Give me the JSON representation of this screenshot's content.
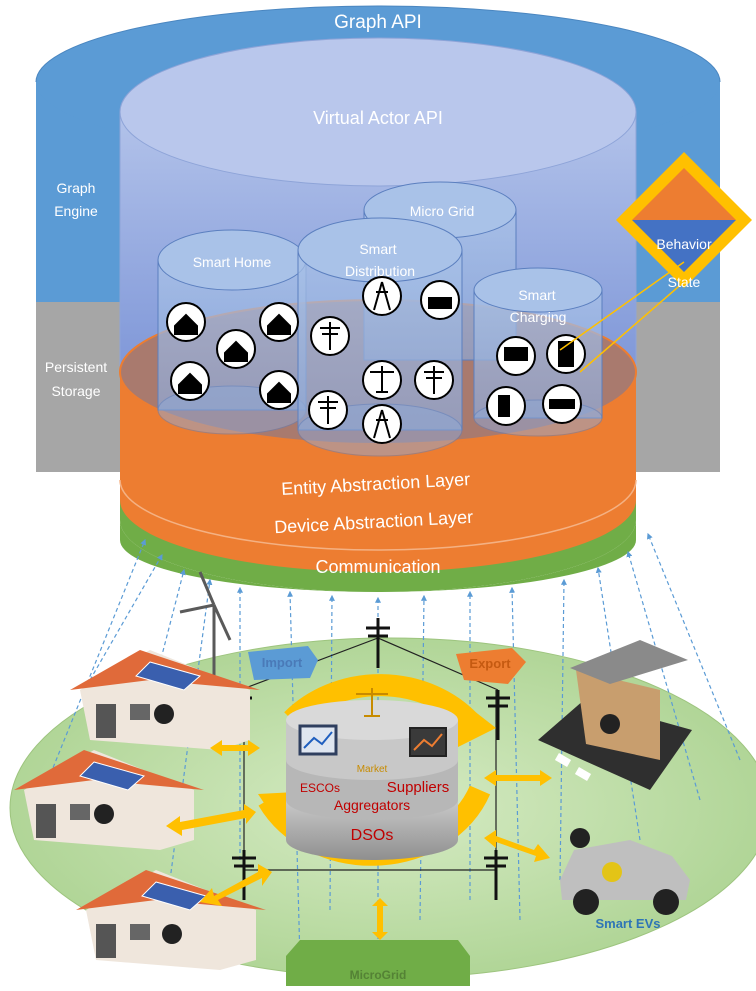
{
  "layers": {
    "graph_api": "Graph API",
    "virtual_actor_api": "Virtual Actor API",
    "graph_engine_line1": "Graph",
    "graph_engine_line2": "Engine",
    "persistent_storage_line1": "Persistent",
    "persistent_storage_line2": "Storage",
    "entity_abstraction": "Entity Abstraction Layer",
    "device_abstraction": "Device Abstraction Layer",
    "communication": "Communication"
  },
  "actors": {
    "smart_home": "Smart Home",
    "micro_grid": "Micro Grid",
    "smart_distribution_line1": "Smart",
    "smart_distribution_line2": "Distribution",
    "smart_charging_line1": "Smart",
    "smart_charging_line2": "Charging"
  },
  "actor_model": {
    "behavior": "Behavior",
    "state": "State"
  },
  "grid": {
    "import": "Import",
    "export": "Export",
    "market": "Market",
    "escos": "ESCOs",
    "suppliers": "Suppliers",
    "aggregators": "Aggregators",
    "dsos": "DSOs",
    "smart_evs": "Smart EVs",
    "microgrid": "MicroGrid"
  },
  "colors": {
    "graph_blue": "#5b9bd5",
    "storage_gray": "#a6a6a6",
    "entity_orange": "#ed7d31",
    "communication_green": "#70ad47",
    "arrow_yellow": "#ffc000",
    "label_red": "#c00000"
  }
}
